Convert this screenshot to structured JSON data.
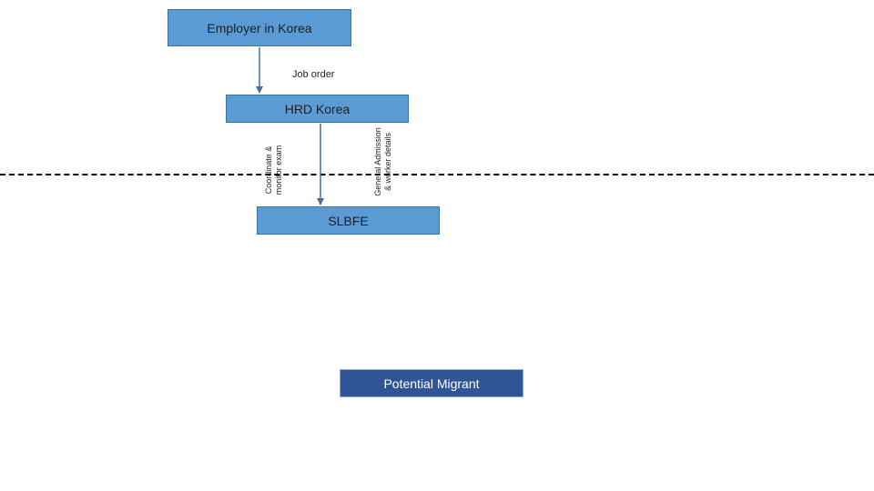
{
  "nodes": {
    "employer": "Employer in Korea",
    "hrd": "HRD Korea",
    "slbfe": "SLBFE",
    "migrant": "Potential Migrant"
  },
  "edges": {
    "job_order": "Job order",
    "coordinate_line1": "Coordinate &",
    "coordinate_line2": "monitor exam",
    "admission_line1": "General Admission",
    "admission_line2": "& worker details"
  },
  "colors": {
    "box_fill": "#5b9bd5",
    "box_border": "#41719c",
    "migrant_fill": "#2f5597",
    "divider": "#000000"
  }
}
